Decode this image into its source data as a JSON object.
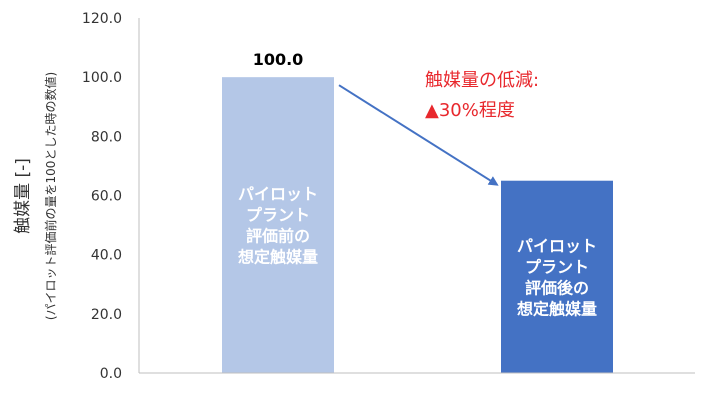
{
  "chart_data": {
    "type": "bar",
    "categories": [
      "パイロット\nプラント\n評価前の\n想定触媒量",
      "パイロット\nプラント\n評価後の\n想定触媒量"
    ],
    "values": [
      100.0,
      65.0
    ],
    "data_labels": [
      "100.0",
      ""
    ],
    "ylabel": "触媒量 [-]",
    "ylabel_sub": "(パイロット評価前の量を100とした時の数値)",
    "ylim": [
      0,
      120
    ],
    "yticks": [
      "0.0",
      "20.0",
      "40.0",
      "60.0",
      "80.0",
      "100.0",
      "120.0"
    ],
    "bar_colors": [
      "#b4c7e7",
      "#4472c4"
    ],
    "annotation": {
      "line1": "触媒量の低減:",
      "triangle": "▲",
      "line2": "30%程度",
      "color": "#e8282d"
    },
    "arrow_color": "#4472c4",
    "grid": false,
    "legend": "none"
  }
}
